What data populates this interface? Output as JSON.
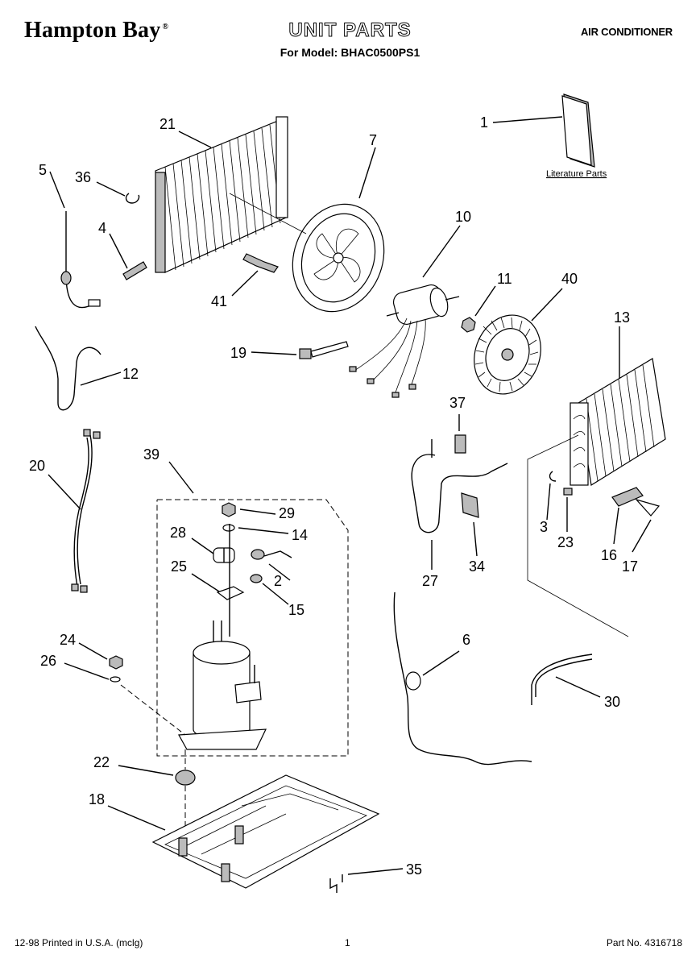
{
  "header": {
    "brand": "Hampton Bay",
    "brand_mark": "®",
    "title": "UNIT PARTS",
    "subtitle": "For Model: BHAC0500PS1",
    "category": "AIR CONDITIONER"
  },
  "literature_label": "Literature Parts",
  "callouts": [
    "1",
    "2",
    "3",
    "4",
    "5",
    "6",
    "7",
    "10",
    "11",
    "12",
    "13",
    "14",
    "15",
    "16",
    "17",
    "18",
    "19",
    "20",
    "21",
    "22",
    "23",
    "24",
    "25",
    "26",
    "27",
    "28",
    "29",
    "30",
    "34",
    "35",
    "36",
    "37",
    "39",
    "40",
    "41"
  ],
  "footer": {
    "printed": "12-98 Printed in U.S.A. (mclg)",
    "page": "1",
    "part_no": "Part No. 4316718"
  }
}
